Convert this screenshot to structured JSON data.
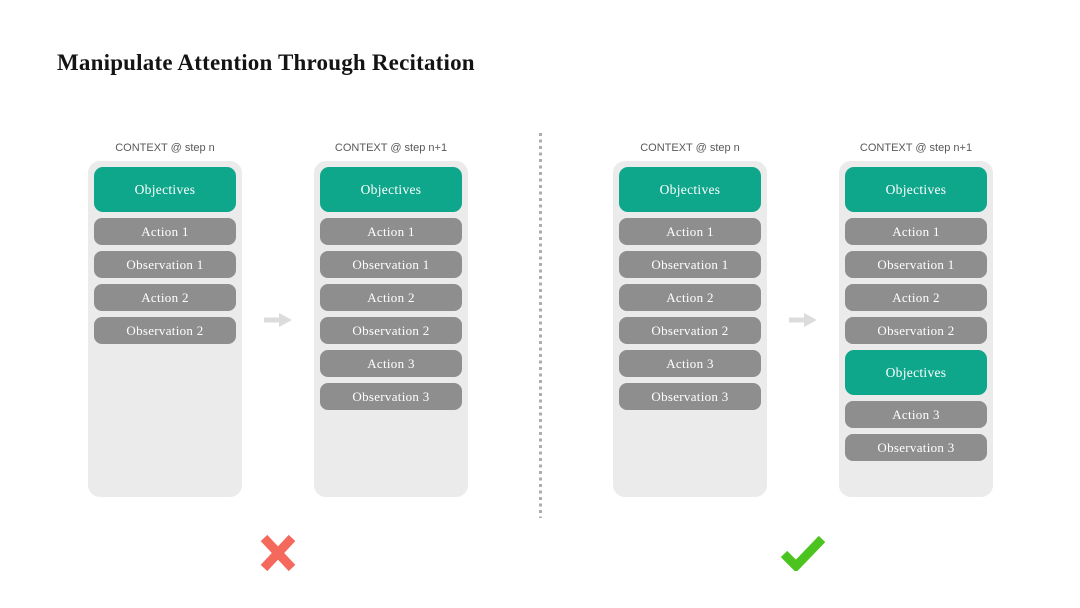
{
  "title": "Manipulate Attention Through Recitation",
  "colors": {
    "objective": "#0EA78B",
    "step": "#8E8E8E",
    "container": "#EBEBEB",
    "arrow": "#DCDCDC",
    "cross": "#F4695B",
    "check": "#4BC41F",
    "divider": "#ADADAD",
    "header_text": "#595959",
    "title_text": "#141414"
  },
  "groups": [
    {
      "name": "without-recitation",
      "verdict": "cross",
      "columns": [
        {
          "header": "CONTEXT @ step n",
          "blocks": [
            {
              "label": "Objectives",
              "type": "objective"
            },
            {
              "label": "Action 1",
              "type": "step"
            },
            {
              "label": "Observation 1",
              "type": "step"
            },
            {
              "label": "Action 2",
              "type": "step"
            },
            {
              "label": "Observation 2",
              "type": "step"
            }
          ]
        },
        {
          "header": "CONTEXT @ step n+1",
          "blocks": [
            {
              "label": "Objectives",
              "type": "objective"
            },
            {
              "label": "Action 1",
              "type": "step"
            },
            {
              "label": "Observation 1",
              "type": "step"
            },
            {
              "label": "Action 2",
              "type": "step"
            },
            {
              "label": "Observation 2",
              "type": "step"
            },
            {
              "label": "Action 3",
              "type": "step"
            },
            {
              "label": "Observation 3",
              "type": "step"
            }
          ]
        }
      ]
    },
    {
      "name": "with-recitation",
      "verdict": "check",
      "columns": [
        {
          "header": "CONTEXT @ step n",
          "blocks": [
            {
              "label": "Objectives",
              "type": "objective"
            },
            {
              "label": "Action 1",
              "type": "step"
            },
            {
              "label": "Observation 1",
              "type": "step"
            },
            {
              "label": "Action 2",
              "type": "step"
            },
            {
              "label": "Observation 2",
              "type": "step"
            },
            {
              "label": "Action 3",
              "type": "step"
            },
            {
              "label": "Observation 3",
              "type": "step"
            }
          ]
        },
        {
          "header": "CONTEXT @ step n+1",
          "blocks": [
            {
              "label": "Objectives",
              "type": "objective"
            },
            {
              "label": "Action 1",
              "type": "step"
            },
            {
              "label": "Observation 1",
              "type": "step"
            },
            {
              "label": "Action 2",
              "type": "step"
            },
            {
              "label": "Observation 2",
              "type": "step"
            },
            {
              "label": "Objectives",
              "type": "objective"
            },
            {
              "label": "Action 3",
              "type": "step"
            },
            {
              "label": "Observation 3",
              "type": "step"
            }
          ]
        }
      ]
    }
  ]
}
